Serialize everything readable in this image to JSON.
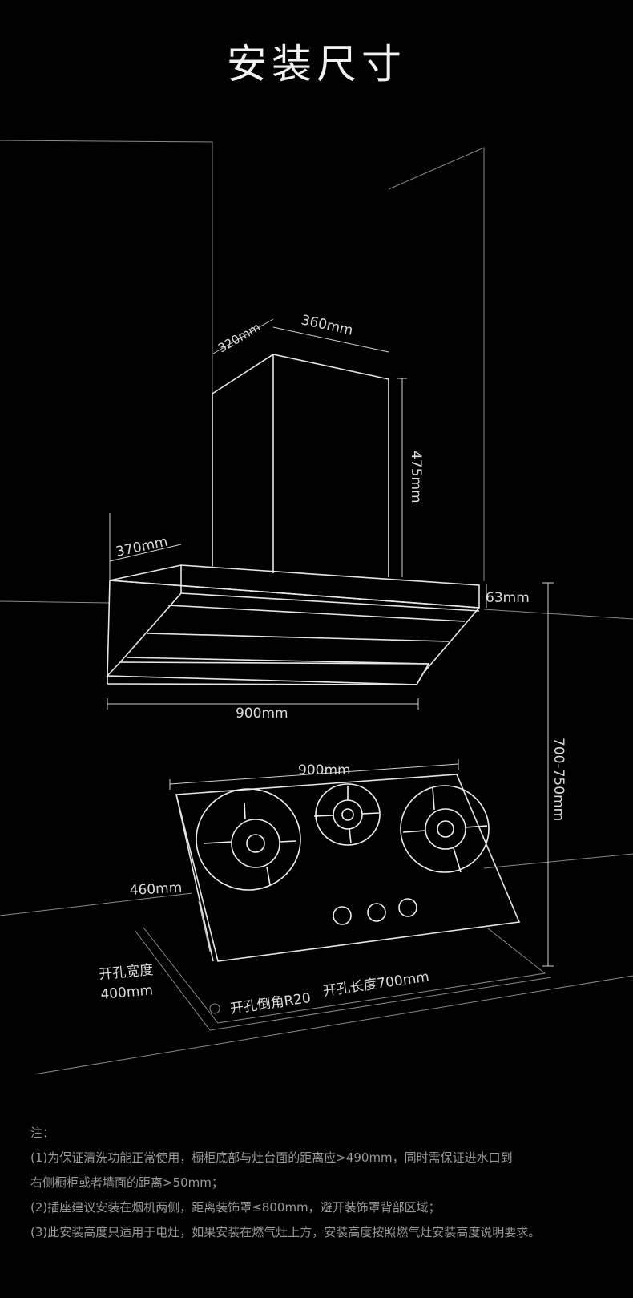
{
  "title": "安装尺寸",
  "dimensions": {
    "hood_depth": "320mm",
    "duct_width": "360mm",
    "duct_height": "475mm",
    "side_depth": "370mm",
    "front_height": "63mm",
    "hood_width": "900mm",
    "install_height": "700-750mm",
    "hob_width": "900mm",
    "hob_depth": "460mm",
    "cutout_width_label": "开孔宽度",
    "cutout_width_value": "400mm",
    "cutout_corner": "开孔倒角R20",
    "cutout_length": "开孔长度700mm"
  },
  "notes": {
    "heading": "注：",
    "line1": "(1)为保证清洗功能正常使用，橱柜底部与灶台面的距离应>490mm，同时需保证进水口到",
    "line1b": "右侧橱柜或者墙面的距离>50mm；",
    "line2": "(2)插座建议安装在烟机两侧，距离装饰罩≤800mm，避开装饰罩背部区域；",
    "line3": "(3)此安装高度只适用于电灶，如果安装在燃气灶上方，安装高度按照燃气灶安装高度说明要求。"
  }
}
